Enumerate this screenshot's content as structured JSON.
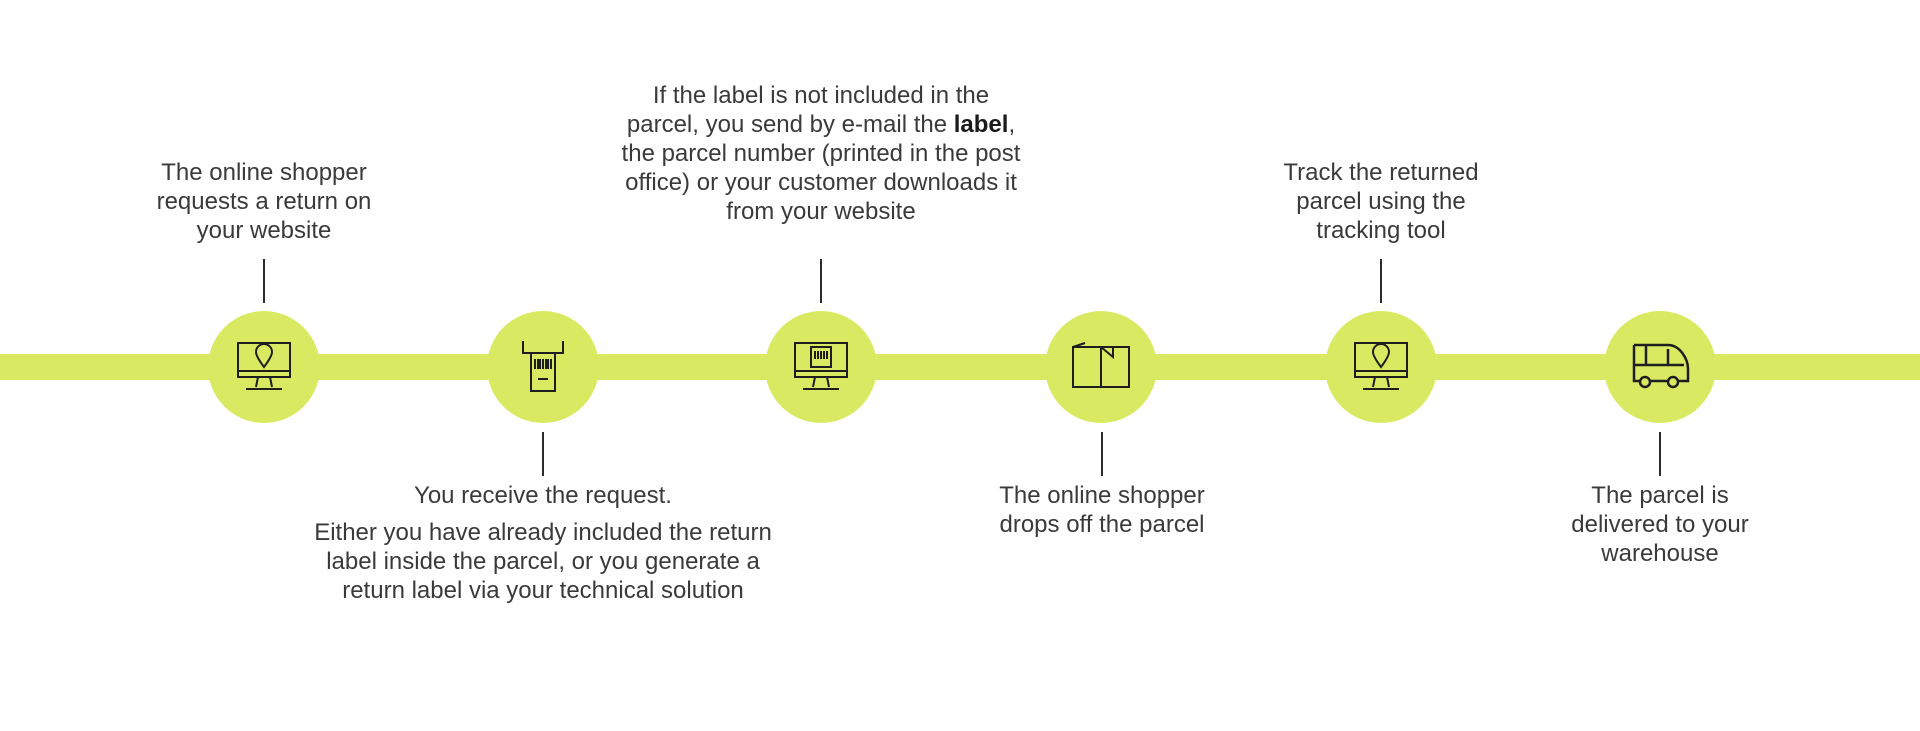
{
  "steps": [
    {
      "id": "step1",
      "icon": "monitor-location-icon",
      "position": "top",
      "text": "The online shopper requests a return on your website"
    },
    {
      "id": "step2",
      "icon": "label-printer-icon",
      "position": "bottom",
      "line1": "You receive the request.",
      "line2": "Either you have already included the return label inside the parcel, or you generate a return label via your technical solution"
    },
    {
      "id": "step3",
      "icon": "monitor-barcode-icon",
      "position": "top",
      "before": "If the label is not included in the parcel, you send by e-mail the ",
      "bold": "label",
      "after": ", the parcel number (printed in the post office) or your customer downloads it from your website"
    },
    {
      "id": "step4",
      "icon": "open-box-icon",
      "position": "bottom",
      "text": "The online shopper drops off the parcel"
    },
    {
      "id": "step5",
      "icon": "monitor-location-icon",
      "position": "top",
      "text": "Track the returned parcel using the tracking tool"
    },
    {
      "id": "step6",
      "icon": "delivery-van-icon",
      "position": "bottom",
      "text": "The parcel is delivered to your warehouse"
    }
  ],
  "colors": {
    "band": "#d9ea62",
    "line": "#2b2b2b",
    "text": "#3a3a3a"
  }
}
